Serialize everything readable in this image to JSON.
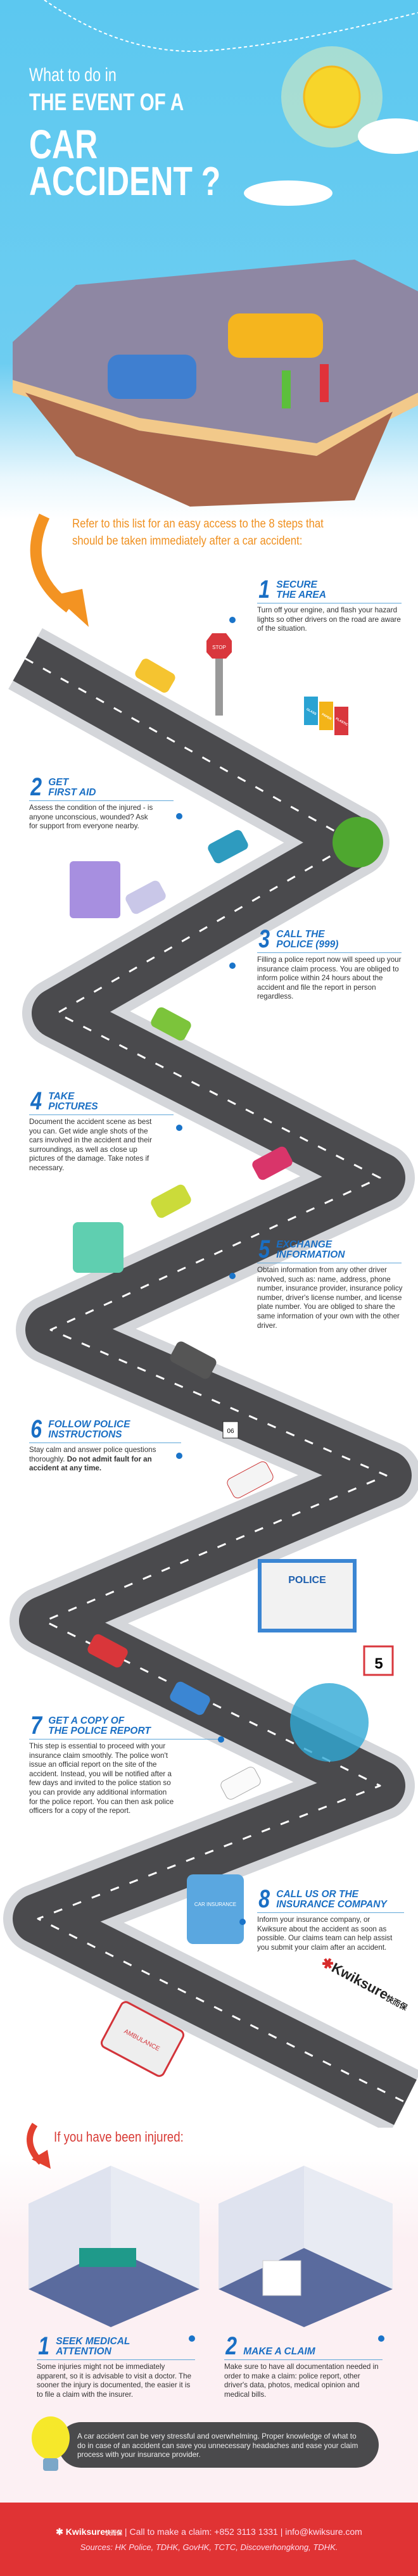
{
  "header": {
    "line1": "What to do in",
    "line2": "THE EVENT OF A",
    "line3": "CAR",
    "line4": "ACCIDENT ?"
  },
  "intro": "Refer to this list for an easy access to the 8 steps that should be taken immediately after a car accident:",
  "steps": [
    {
      "num": "1",
      "title1": "SECURE",
      "title2": "THE AREA",
      "body": "Turn off your engine, and flash your hazard lights so other drivers on the road are aware of the situation."
    },
    {
      "num": "2",
      "title1": "GET",
      "title2": "FIRST AID",
      "body": "Assess the condition of the injured - is anyone unconscious, wounded? Ask for support from everyone nearby."
    },
    {
      "num": "3",
      "title1": "CALL THE",
      "title2": "POLICE (999)",
      "body": "Filling a police report now will speed up your insurance claim process. You are obliged to inform police within 24 hours about the accident and file the report in person regardless."
    },
    {
      "num": "4",
      "title1": "TAKE",
      "title2": "PICTURES",
      "body": "Document the accident scene as best you can. Get wide angle shots of the cars involved in the accident and their surroundings, as well as close up pictures of the damage. Take notes if necessary."
    },
    {
      "num": "5",
      "title1": "EXCHANGE",
      "title2": "INFORMATION",
      "body": "Obtain information from any other driver involved, such as: name, address, phone number, insurance provider, insurance policy number, driver's license number, and license plate number. You are obliged to share the same information of your own with the other driver."
    },
    {
      "num": "6",
      "title1": "FOLLOW POLICE",
      "title2": "INSTRUCTIONS",
      "body": "Stay calm and answer police questions thoroughly.",
      "body_bold": "Do not admit fault for an accident at any time."
    },
    {
      "num": "7",
      "title1": "GET A COPY OF",
      "title2": "THE POLICE REPORT",
      "body": "This step is essential to proceed with your insurance claim smoothly. The police won't issue an official report on the site of the accident. Instead, you will be notified after a few days and invited to the police station so you can provide any additional information for the police report. You can then ask police officers for a copy of the report."
    },
    {
      "num": "8",
      "title1": "CALL US OR THE",
      "title2": "INSURANCE COMPANY",
      "body": "Inform your insurance company, or Kwiksure about the accident as soon as possible. Our claims team can help assist you submit your claim after an accident."
    }
  ],
  "illustration_labels": {
    "stop": "STOP",
    "sign": "06",
    "police_building": "POLICE",
    "calendar": "5",
    "clipboard": "CAR INSURANCE",
    "ambulance": "AMBULANCE",
    "bins": [
      "GLASS",
      "PAPER",
      "PLASTIC"
    ]
  },
  "logo": {
    "text": "Kwiksure",
    "chinese": "快而保"
  },
  "injured": {
    "heading": "If you have been injured:",
    "items": [
      {
        "num": "1",
        "title1": "SEEK MEDICAL",
        "title2": "ATTENTION",
        "body": "Some injuries might not be immediately apparent, so it is advisable to visit a doctor. The sooner the injury is documented, the easier it is to file a claim with the insurer."
      },
      {
        "num": "2",
        "title1": "MAKE A CLAIM",
        "title2": "",
        "body": "Make sure to have all documentation needed in order to make a claim: police report, other driver's data, photos, medical opinion and medical bills."
      }
    ]
  },
  "tip": "A car accident can be very stressful and overwhelming. Proper knowledge of what to do in case of an accident can save you unnecessary headaches and ease your claim process with your insurance provider.",
  "footer": {
    "brand": "Kwiksure",
    "brand_cn": "快而保",
    "call": "Call to make a claim: +852 3113 1331",
    "email": "info@kwiksure.com",
    "sources": "Sources: HK Police, TDHK, GovHK, TCTC, Discoverhongkong, TDHK."
  },
  "colors": {
    "sky": "#5cc8f0",
    "accent_blue": "#1a6fc4",
    "intro_orange": "#ef8f1e",
    "injured_red": "#d83a35",
    "footer_red": "#e03334",
    "tip_gray": "#4a4a4c"
  }
}
